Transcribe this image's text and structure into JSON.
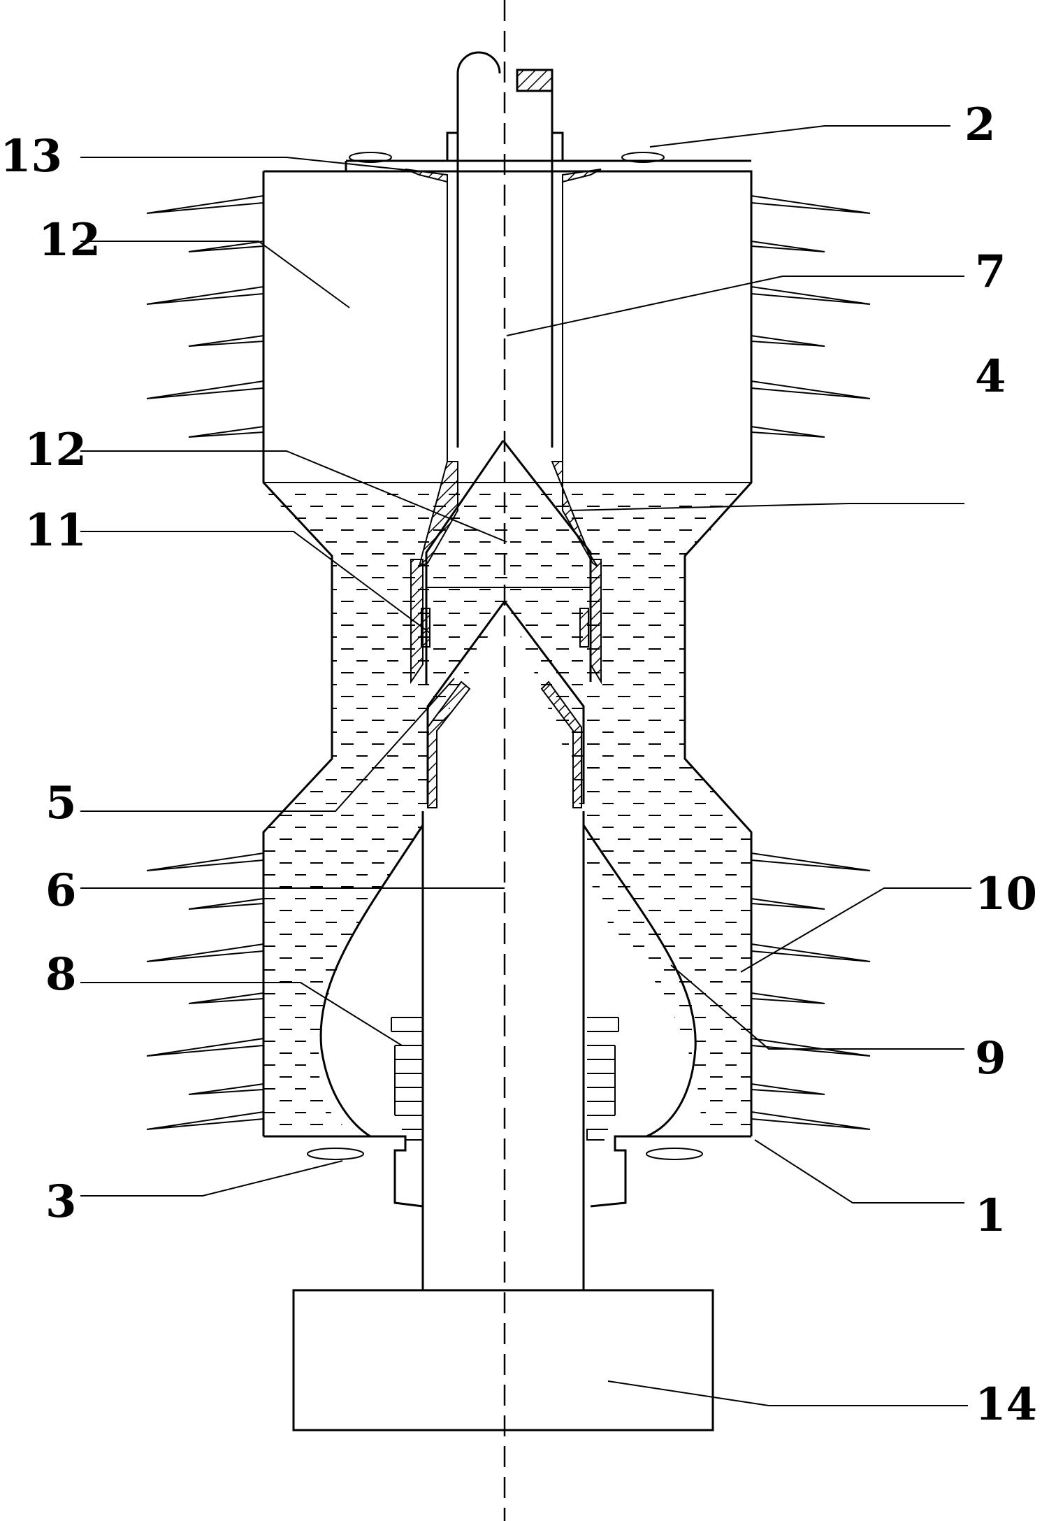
{
  "labels": {
    "l1": "1",
    "l2": "2",
    "l3": "3",
    "l4": "4",
    "l5": "5",
    "l6": "6",
    "l7": "7",
    "l8": "8",
    "l9": "9",
    "l10": "10",
    "l11": "11",
    "l12a": "12",
    "l12b": "12",
    "l13": "13",
    "l14": "14"
  },
  "colors": {
    "line": "#000000",
    "background": "#ffffff"
  }
}
